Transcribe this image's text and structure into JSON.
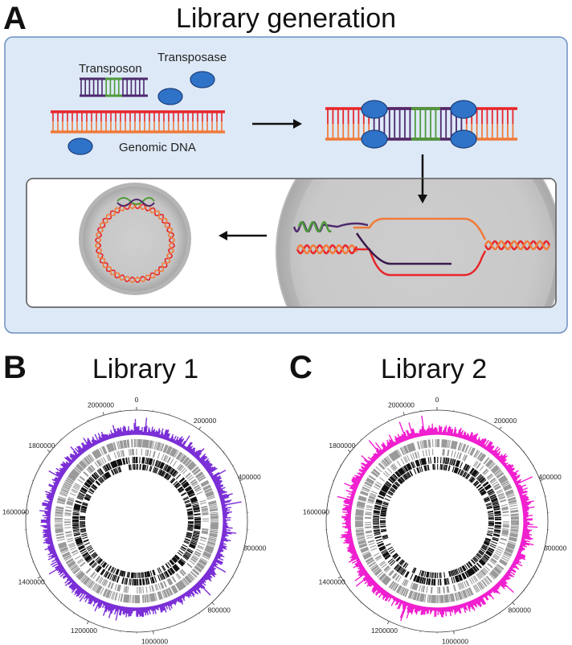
{
  "panel_a": {
    "letter": "A",
    "title": "Library generation",
    "labels": {
      "transposon": "Transposon",
      "transposase": "Transposase",
      "genomic_dna": "Genomic DNA"
    }
  },
  "panel_b": {
    "letter": "B",
    "title": "Library 1"
  },
  "panel_c": {
    "letter": "C",
    "title": "Library 2"
  },
  "colors": {
    "panel_bg": "#dde9f7",
    "panel_border": "#6d8fc2",
    "dna_red": "#e8262a",
    "dna_orange": "#f07a3a",
    "transposon_purple": "#4e2a6e",
    "transposon_green": "#4f9a3a",
    "protein_blue": "#2f73c8",
    "library1_track": "#7b2fd6",
    "library2_track": "#f01fcf",
    "gene_grey": "#9a9a9a",
    "gene_black": "#111111"
  },
  "chart_data": [
    {
      "type": "circular-genome",
      "title": "Library 1",
      "track_color": "#7b2fd6",
      "tick_labels": [
        "0",
        "200000",
        "400000",
        "600000",
        "800000",
        "1000000",
        "1200000",
        "1400000",
        "1600000",
        "1800000",
        "2000000"
      ]
    },
    {
      "type": "circular-genome",
      "title": "Library 2",
      "track_color": "#f01fcf",
      "tick_labels": [
        "0",
        "200000",
        "400000",
        "600000",
        "800000",
        "1000000",
        "1200000",
        "1400000",
        "1600000",
        "1800000",
        "2000000"
      ]
    }
  ]
}
